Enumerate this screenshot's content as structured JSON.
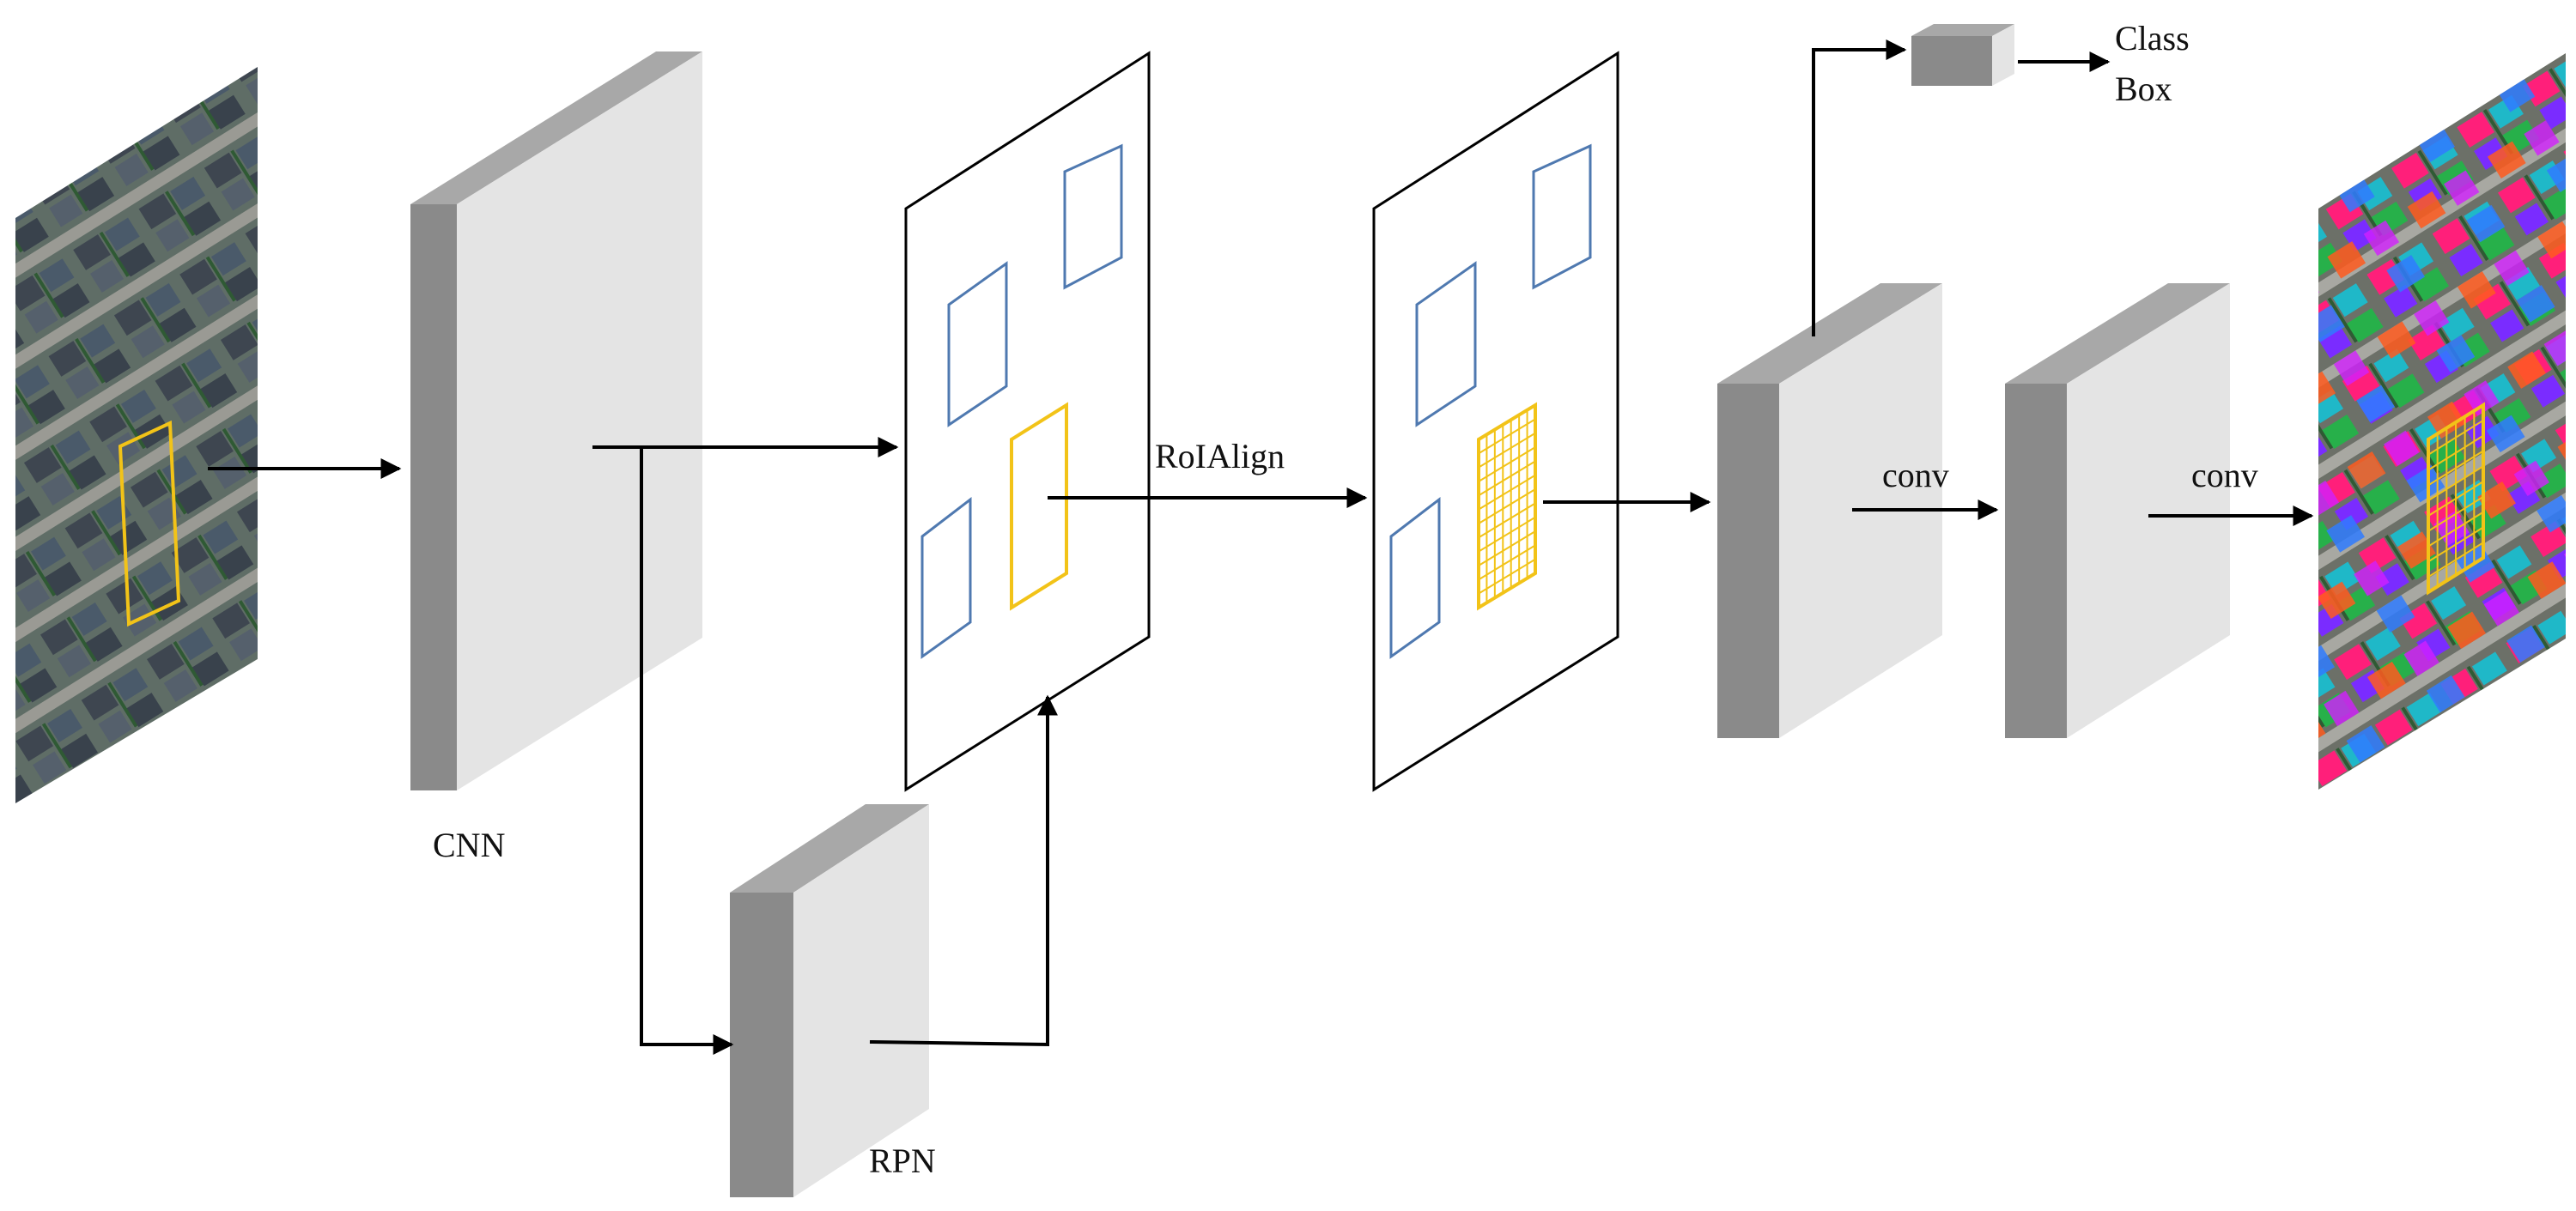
{
  "labels": {
    "cnn": "CNN",
    "rpn": "RPN",
    "roialign": "RoIAlign",
    "conv_1": "conv",
    "conv_2": "conv",
    "class": "Class",
    "box": "Box"
  },
  "colors": {
    "block_front": "#8a8a8a",
    "block_side": "#e4e4e4",
    "block_top": "#a8a8a8",
    "roi_blue": "#4f79b0",
    "roi_yellow": "#f2c318",
    "arrow": "#000000"
  },
  "images": {
    "input": "aerial-image-of-rooftops",
    "output": "segmented-aerial-image-with-colored-masks"
  }
}
